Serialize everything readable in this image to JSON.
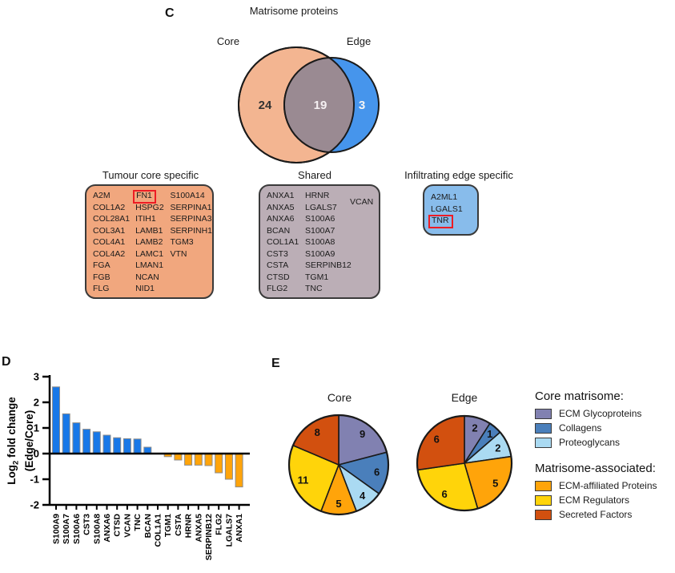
{
  "figure": {
    "panelC": {
      "label": "C",
      "boxes": [
        {
          "title": "Tumour core specific",
          "fill": "#F1A77E",
          "highlight": "FN1",
          "columns": [
            [
              "A2M",
              "COL1A2",
              "COL28A1",
              "COL3A1",
              "COL4A1",
              "COL4A2",
              "FGA",
              "FGB",
              "FLG"
            ],
            [
              "FN1",
              "HSPG2",
              "ITIH1",
              "LAMB1",
              "LAMB2",
              "LAMC1",
              "LMAN1",
              "NCAN",
              "NID1"
            ],
            [
              "S100A14",
              "SERPINA1",
              "SERPINA3",
              "SERPINH1",
              "TGM3",
              "VTN"
            ]
          ]
        },
        {
          "title": "Shared",
          "fill": "#BBAEB6",
          "highlight": "",
          "columns": [
            [
              "ANXA1",
              "ANXA5",
              "ANXA6",
              "BCAN",
              "COL1A1",
              "CST3",
              "CSTA",
              "CTSD",
              "FLG2"
            ],
            [
              "HRNR",
              "LGALS7",
              "S100A6",
              "S100A7",
              "S100A8",
              "S100A9",
              "SERPINB12",
              "TGM1",
              "TNC"
            ],
            [
              "VCAN"
            ]
          ]
        },
        {
          "title": "Infiltrating edge specific",
          "fill": "#88BCEB",
          "highlight": "TNR",
          "columns": [
            [
              "A2ML1",
              "LGALS1",
              "TNR"
            ]
          ]
        }
      ]
    },
    "panelD": {
      "label": "D",
      "ylabel": {
        "prefix": "Log",
        "sub": "2",
        "suffix": " fold change",
        "line2": "(Edge/Core)"
      }
    },
    "panelE": {
      "label": "E",
      "legend": {
        "groups": [
          {
            "header": "Core matrisome:",
            "items": [
              {
                "label": "ECM Glycoproteins",
                "color": "#8181B1"
              },
              {
                "label": "Collagens",
                "color": "#4A7FBB"
              },
              {
                "label": "Proteoglycans",
                "color": "#AADAF2"
              }
            ]
          },
          {
            "header": "Matrisome-associated:",
            "items": [
              {
                "label": "ECM-affiliated Proteins",
                "color": "#FFA40A"
              },
              {
                "label": "ECM Regulators",
                "color": "#FFD40A"
              },
              {
                "label": "Secreted Factors",
                "color": "#D2500F"
              }
            ]
          }
        ]
      }
    }
  },
  "chart_data": [
    {
      "id": "matrisome-venn",
      "type": "venn",
      "title": "Matrisome proteins",
      "sets": [
        {
          "label": "Core",
          "unique": 24,
          "color": "#F3B591"
        },
        {
          "label": "Edge",
          "unique": 3,
          "color": "#4695EC"
        }
      ],
      "overlap": {
        "count": 19,
        "color": "#9A8A92"
      }
    },
    {
      "id": "fold-change-bar",
      "type": "bar",
      "title": "",
      "xlabel": "",
      "ylabel": "Log2 fold change (Edge/Core)",
      "ylim": [
        -2,
        3
      ],
      "yticks": [
        -2,
        -1,
        0,
        1,
        2,
        3
      ],
      "grid": false,
      "categories": [
        "S100A9",
        "S100A7",
        "S100A6",
        "CST3",
        "S100A8",
        "ANXA6",
        "CTSD",
        "VCAN",
        "TNC",
        "BCAN",
        "COL1A1",
        "TGM1",
        "CSTA",
        "HRNR",
        "ANXA5",
        "SERPINB12",
        "FLG2",
        "LGALS7",
        "ANXA1"
      ],
      "values": [
        2.6,
        1.55,
        1.2,
        0.95,
        0.85,
        0.72,
        0.62,
        0.58,
        0.57,
        0.25,
        0,
        -0.12,
        -0.25,
        -0.45,
        -0.45,
        -0.47,
        -0.75,
        -1.0,
        -1.3
      ],
      "positive_color": "#1878E8",
      "negative_color": "#FFA40A",
      "bar_outline": "#8C8C8C"
    },
    {
      "id": "core-pie",
      "type": "pie",
      "title": "Core",
      "labels": [
        "ECM Glycoproteins",
        "Collagens",
        "Proteoglycans",
        "ECM-affiliated Proteins",
        "ECM Regulators",
        "Secreted Factors"
      ],
      "values": [
        9,
        6,
        4,
        5,
        11,
        8
      ],
      "colors": [
        "#8181B1",
        "#4A7FBB",
        "#AADAF2",
        "#FFA40A",
        "#FFD40A",
        "#D2500F"
      ]
    },
    {
      "id": "edge-pie",
      "type": "pie",
      "title": "Edge",
      "labels": [
        "ECM Glycoproteins",
        "Collagens",
        "Proteoglycans",
        "ECM-affiliated Proteins",
        "ECM Regulators",
        "Secreted Factors"
      ],
      "values": [
        2,
        1,
        2,
        5,
        6,
        6
      ],
      "colors": [
        "#8181B1",
        "#4A7FBB",
        "#AADAF2",
        "#FFA40A",
        "#FFD40A",
        "#D2500F"
      ]
    }
  ]
}
